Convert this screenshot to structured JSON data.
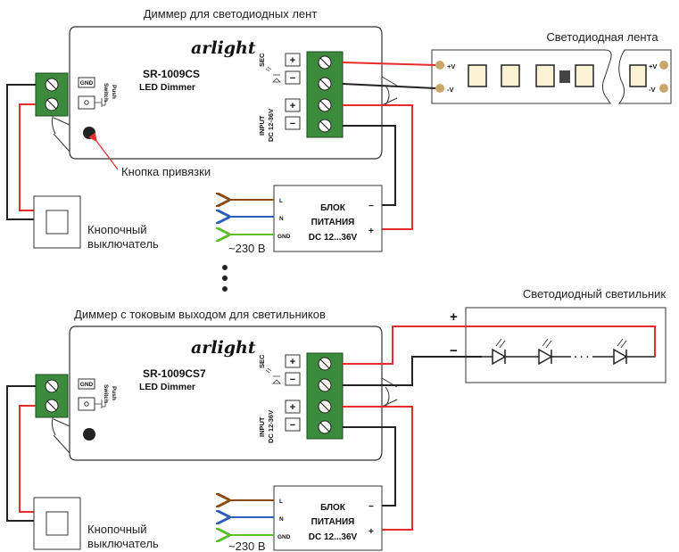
{
  "top": {
    "title": "Диммер для светодиодных лент",
    "brand": "arlight",
    "model": "SR-1009CS",
    "subtitle": "LED Dimmer",
    "gnd": "GND",
    "push": "Push",
    "switch": "Switch",
    "sec": "SEC",
    "input": "INPUT",
    "dc": "DC 12-36V",
    "plus": "+",
    "minus": "−",
    "button_callout": "Кнопка привязки",
    "strip_title": "Светодиодная лента",
    "strip_pv": "+V",
    "strip_nv": "-V",
    "switch_label_1": "Кнопочный",
    "switch_label_2": "выключатель",
    "psu_line1": "БЛОК",
    "psu_line2": "ПИТАНИЯ",
    "psu_line3": "DC 12...36V",
    "psu_l": "L",
    "psu_n": "N",
    "psu_gnd": "GND",
    "psu_minus": "−",
    "psu_plus": "+",
    "mains": "~230 В"
  },
  "bottom": {
    "title": "Диммер с токовым выходом для светильников",
    "brand": "arlight",
    "model": "SR-1009CS7",
    "subtitle": "LED Dimmer",
    "gnd": "GND",
    "push": "Push",
    "switch": "Switch",
    "sec": "SEC",
    "input": "INPUT",
    "dc": "DC 12-36V",
    "plus": "+",
    "minus": "−",
    "lamp_title": "Светодиодный светильник",
    "lamp_plus": "+",
    "lamp_minus": "−",
    "lamp_dots": "· · ·",
    "switch_label_1": "Кнопочный",
    "switch_label_2": "выключатель",
    "psu_line1": "БЛОК",
    "psu_line2": "ПИТАНИЯ",
    "psu_line3": "DC 12...36V",
    "psu_l": "L",
    "psu_n": "N",
    "psu_gnd": "GND",
    "psu_minus": "−",
    "psu_plus": "+",
    "mains": "~230 В"
  },
  "colors": {
    "terminal_green": "#3c8b3c",
    "wire_red": "#e52b2b",
    "wire_black": "#222222",
    "wire_brown": "#8a4a14",
    "wire_blue": "#2c5db7",
    "wire_green": "#5cbe2c",
    "led_chip": "#fbf3d4",
    "led_pad": "#c9a76b"
  }
}
